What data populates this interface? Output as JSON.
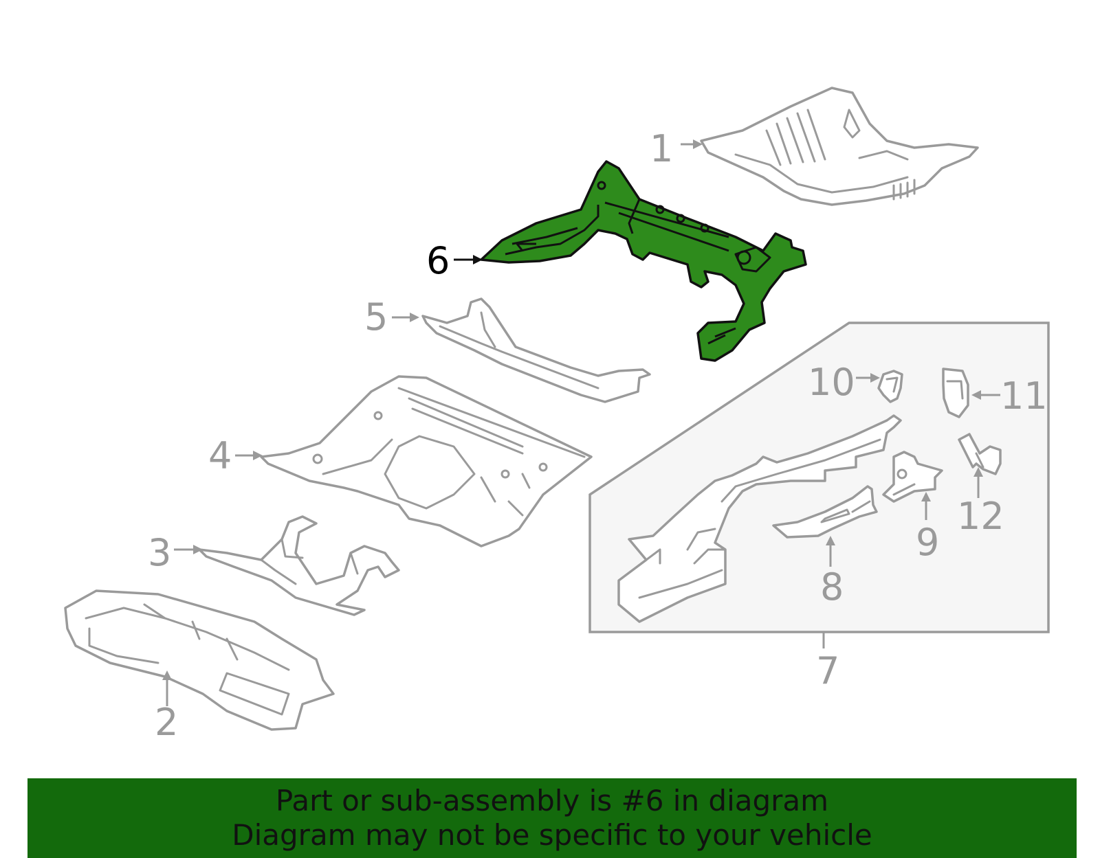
{
  "diagram": {
    "highlight_color": "#2e8b1c",
    "part_color": "#9a9a9a",
    "callouts": [
      "1",
      "2",
      "3",
      "4",
      "5",
      "6",
      "7",
      "8",
      "9",
      "10",
      "11",
      "12"
    ],
    "highlighted_callout": "6"
  },
  "banner": {
    "line1": "Part or sub-assembly is #6 in diagram",
    "line2": "Diagram may not be specific to your vehicle",
    "background": "#136a0c"
  }
}
